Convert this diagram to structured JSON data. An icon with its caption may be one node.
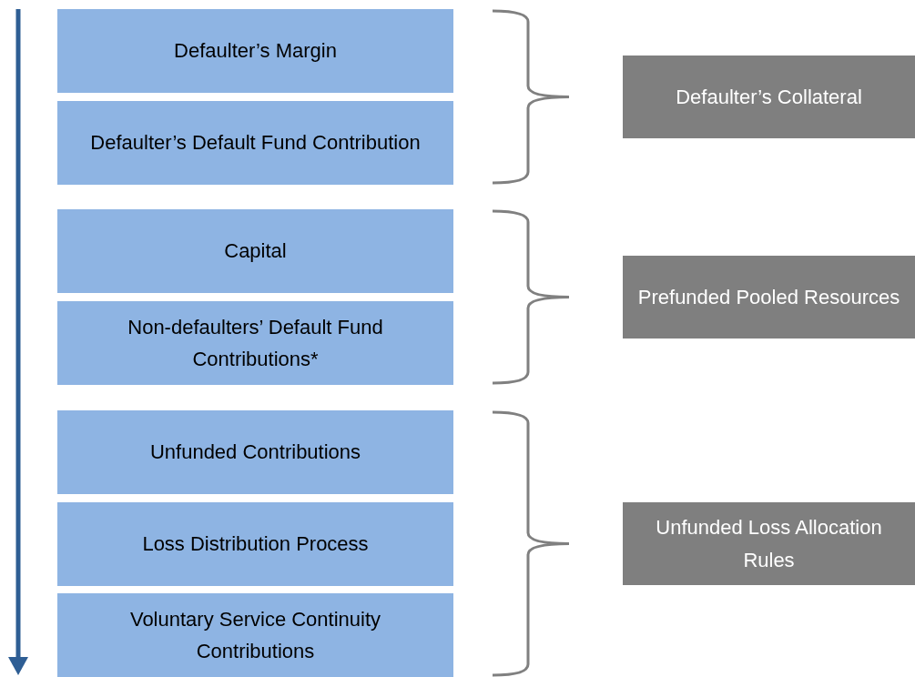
{
  "diagram": {
    "nodes": [
      {
        "text": [
          "Defaulter’s Margin"
        ]
      },
      {
        "text": [
          "Defaulter’s Default Fund Contribution"
        ]
      },
      {
        "text": [
          "Capital"
        ]
      },
      {
        "text": [
          "Non-defaulters’ Default Fund Contributions*"
        ]
      },
      {
        "text": [
          "Unfunded Contributions"
        ]
      },
      {
        "text": [
          "Loss Distribution Process"
        ]
      },
      {
        "text": [
          "Voluntary Service Continuity Contributions"
        ]
      },
      {
        "text": [
          "Defaulter’s Collateral"
        ]
      },
      {
        "text": [
          "Prefunded Pooled Resources"
        ]
      },
      {
        "text": [
          "Unfunded Loss Allocation Rules"
        ]
      }
    ]
  }
}
